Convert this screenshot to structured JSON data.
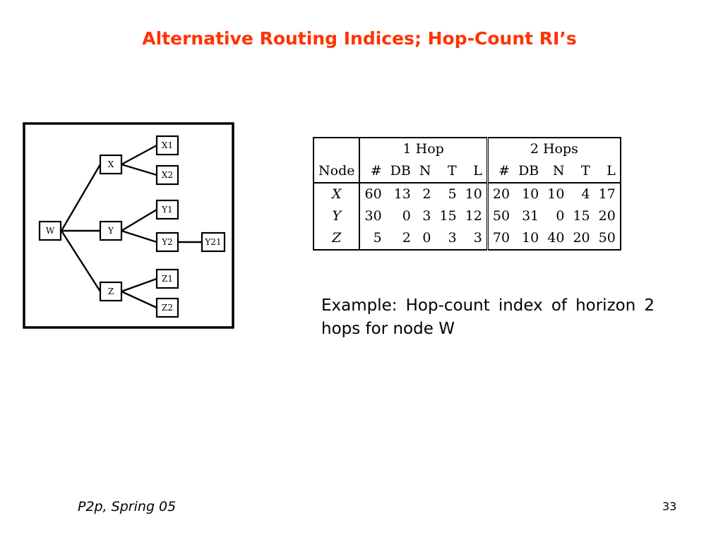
{
  "slide": {
    "title": "Alternative Routing Indices; Hop-Count RI’s",
    "caption": "Example: Hop-count index of horizon 2 hops for node W",
    "footer": "P2p, Spring 05",
    "page_number": "33",
    "title_color": "#ff3300"
  },
  "diagram": {
    "nodes": [
      "W",
      "X",
      "Y",
      "Z",
      "X1",
      "X2",
      "Y1",
      "Y2",
      "Y21",
      "Z1",
      "Z2"
    ]
  },
  "table": {
    "node_header": "Node",
    "group_1hop": "1 Hop",
    "group_2hops": "2 Hops",
    "columns_1hop": [
      "#",
      "DB",
      "N",
      "T",
      "L"
    ],
    "columns_2hops": [
      "#",
      "DB",
      "N",
      "T",
      "L"
    ],
    "rows": [
      {
        "node": "X",
        "hop1": [
          "60",
          "13",
          "2",
          "5",
          "10"
        ],
        "hop2": [
          "20",
          "10",
          "10",
          "4",
          "17"
        ]
      },
      {
        "node": "Y",
        "hop1": [
          "30",
          "0",
          "3",
          "15",
          "12"
        ],
        "hop2": [
          "50",
          "31",
          "0",
          "15",
          "20"
        ]
      },
      {
        "node": "Z",
        "hop1": [
          "5",
          "2",
          "0",
          "3",
          "3"
        ],
        "hop2": [
          "70",
          "10",
          "40",
          "20",
          "50"
        ]
      }
    ]
  }
}
